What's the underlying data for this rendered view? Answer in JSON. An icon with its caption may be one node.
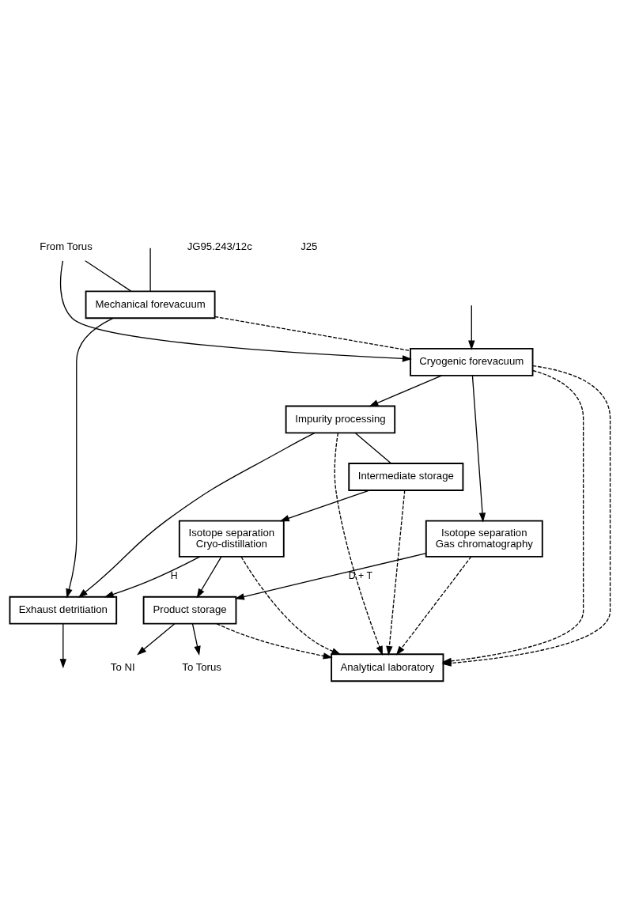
{
  "diagram": {
    "nodes": [
      {
        "text": [
          "Mechanical forevacuum"
        ]
      },
      {
        "text": [
          "Exhaust detritiation"
        ]
      },
      {
        "text": [
          "Cryogenic forevacuum"
        ]
      },
      {
        "text": [
          "Impurity processing"
        ]
      },
      {
        "text": [
          "Analytical laboratory"
        ]
      },
      {
        "text": [
          "Intermediate storage"
        ]
      },
      {
        "text": [
          "Isotope separation",
          "Gas chromatography"
        ]
      },
      {
        "text": [
          "Isotope separation",
          "Cryo-distillation"
        ]
      },
      {
        "text": [
          "Product storage"
        ]
      },
      {
        "text": [
          "From Torus"
        ]
      },
      {
        "text": [
          "To NI"
        ]
      },
      {
        "text": [
          "To Torus"
        ]
      }
    ],
    "edges": [
      {
        "from": 9,
        "to": 0,
        "arrow": "none"
      },
      {
        "from": 9,
        "to": 2,
        "arrow": "to"
      },
      {
        "from": null,
        "to": 0,
        "arrow": "none"
      },
      {
        "from": null,
        "to": 2,
        "arrow": "to"
      },
      {
        "from": 0,
        "to": 1,
        "arrow": "to"
      },
      {
        "from": 1,
        "to": null,
        "arrow": "to"
      },
      {
        "from": 0,
        "to": 2,
        "arrow": "none",
        "style": "dashed"
      },
      {
        "from": 2,
        "to": 3,
        "arrow": "to"
      },
      {
        "from": 3,
        "to": 1,
        "arrow": "to"
      },
      {
        "from": 2,
        "to": 4,
        "arrow": "to",
        "style": "dashed"
      },
      {
        "from": 2,
        "to": 4,
        "arrow": "to",
        "style": "dashed"
      },
      {
        "from": 3,
        "to": 4,
        "arrow": "to",
        "style": "dashed"
      },
      {
        "from": 5,
        "to": 4,
        "arrow": "to",
        "style": "dashed"
      },
      {
        "from": 2,
        "to": 6,
        "arrow": "to"
      },
      {
        "from": 3,
        "to": 5,
        "arrow": "none"
      },
      {
        "from": 5,
        "to": 7,
        "arrow": "to"
      },
      {
        "from": 6,
        "to": 4,
        "arrow": "to",
        "style": "dashed"
      },
      {
        "from": 7,
        "to": 4,
        "arrow": "to",
        "style": "dashed"
      },
      {
        "from": 7,
        "to": 1,
        "arrow": "to",
        "label": "H"
      },
      {
        "from": 6,
        "to": 8,
        "arrow": "to",
        "label": "D + T"
      },
      {
        "from": 7,
        "to": 8,
        "arrow": "to"
      },
      {
        "from": 8,
        "to": 4,
        "arrow": "to",
        "style": "dashed"
      },
      {
        "from": 8,
        "to": 10,
        "arrow": "to"
      },
      {
        "from": 8,
        "to": 11,
        "arrow": "to"
      }
    ],
    "labels": [
      "JG95.243/12c",
      "J25"
    ]
  }
}
